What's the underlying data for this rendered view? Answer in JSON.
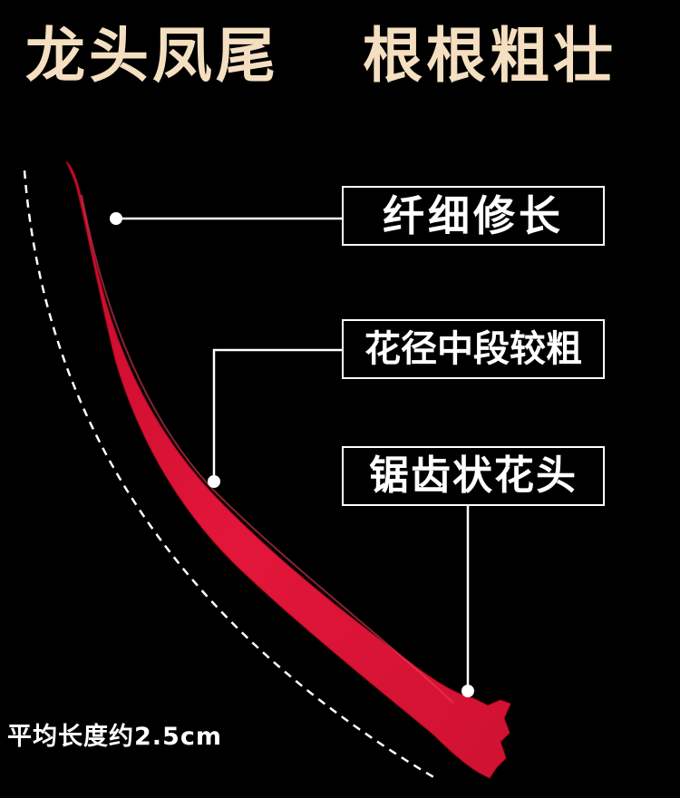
{
  "headline": {
    "left": "龙头凤尾",
    "right": "根根粗壮"
  },
  "callouts": [
    {
      "text": "纤细修长"
    },
    {
      "text": "花径中段较粗"
    },
    {
      "text": "锯齿状花头"
    }
  ],
  "caption": "平均长度约2.5cm",
  "colors": {
    "background": "#000000",
    "headline": "#f5dfc1",
    "label": "#ffffff",
    "stigma_red": "#e01236",
    "stigma_dark": "#b00a26"
  }
}
